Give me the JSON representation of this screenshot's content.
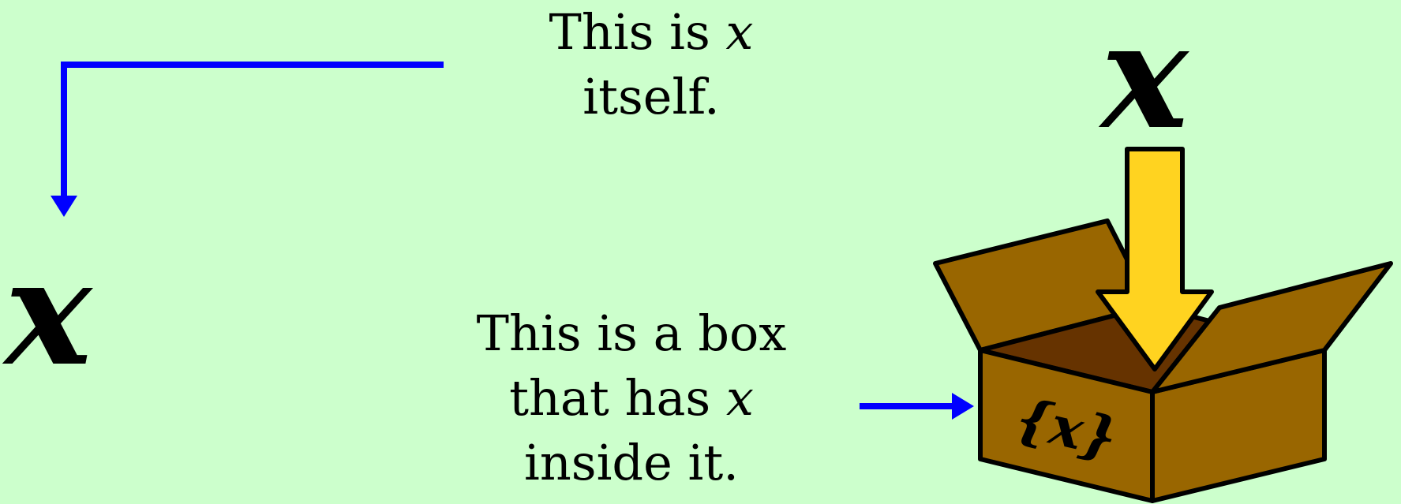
{
  "symbol": "x",
  "captions": {
    "top": {
      "prefix": "This is ",
      "var": "x",
      "line2": "itself."
    },
    "box": {
      "line1": "This is a box",
      "line2_prefix": "that has ",
      "var": "x",
      "line3": "inside it."
    }
  },
  "box_label": "{x}",
  "colors": {
    "background": "#ccffcc",
    "connector": "#0000ff",
    "box_front": "#996600",
    "box_inside": "#663300",
    "arrow_fill": "#ffd320",
    "outline": "#000000"
  }
}
